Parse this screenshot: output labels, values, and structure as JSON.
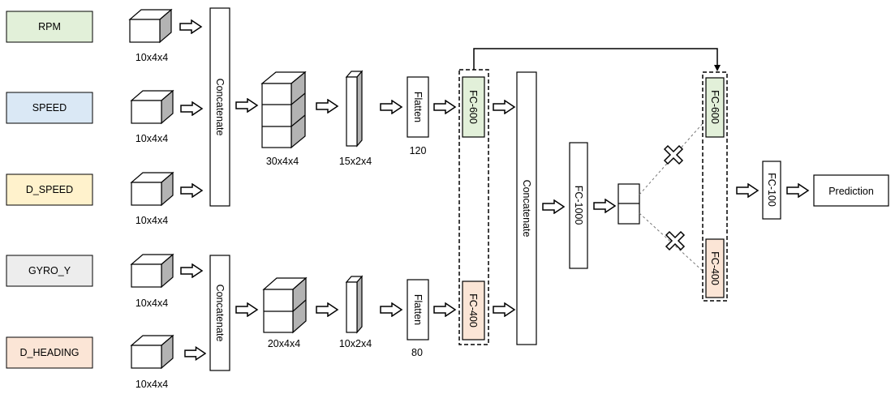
{
  "inputs": [
    {
      "label": "RPM",
      "fill": "#e2f0d9",
      "dims": "10x4x4"
    },
    {
      "label": "SPEED",
      "fill": "#dae8f5",
      "dims": "10x4x4"
    },
    {
      "label": "D_SPEED",
      "fill": "#fff2cc",
      "dims": "10x4x4"
    },
    {
      "label": "GYRO_Y",
      "fill": "#ededed",
      "dims": "10x4x4"
    },
    {
      "label": "D_HEADING",
      "fill": "#fbe5d6",
      "dims": "10x4x4"
    }
  ],
  "top_branch": {
    "concat_label": "Concatenate",
    "stack_dims": "30x4x4",
    "slab_dims": "15x2x4",
    "flatten_label": "Flatten",
    "flatten_size": "120",
    "fc_label": "FC-600",
    "fc_fill": "#e2f0d9"
  },
  "bottom_branch": {
    "concat_label": "Concatenate",
    "stack_dims": "20x4x4",
    "slab_dims": "10x2x4",
    "flatten_label": "Flatten",
    "flatten_size": "80",
    "fc_label": "FC-400",
    "fc_fill": "#fbe5d6"
  },
  "merge": {
    "concat_label": "Concatenate",
    "fc_big_label": "FC-1000",
    "drop_top_label": "FC-600",
    "drop_bottom_label": "FC-400",
    "final_fc_label": "FC-100",
    "prediction_label": "Prediction"
  }
}
